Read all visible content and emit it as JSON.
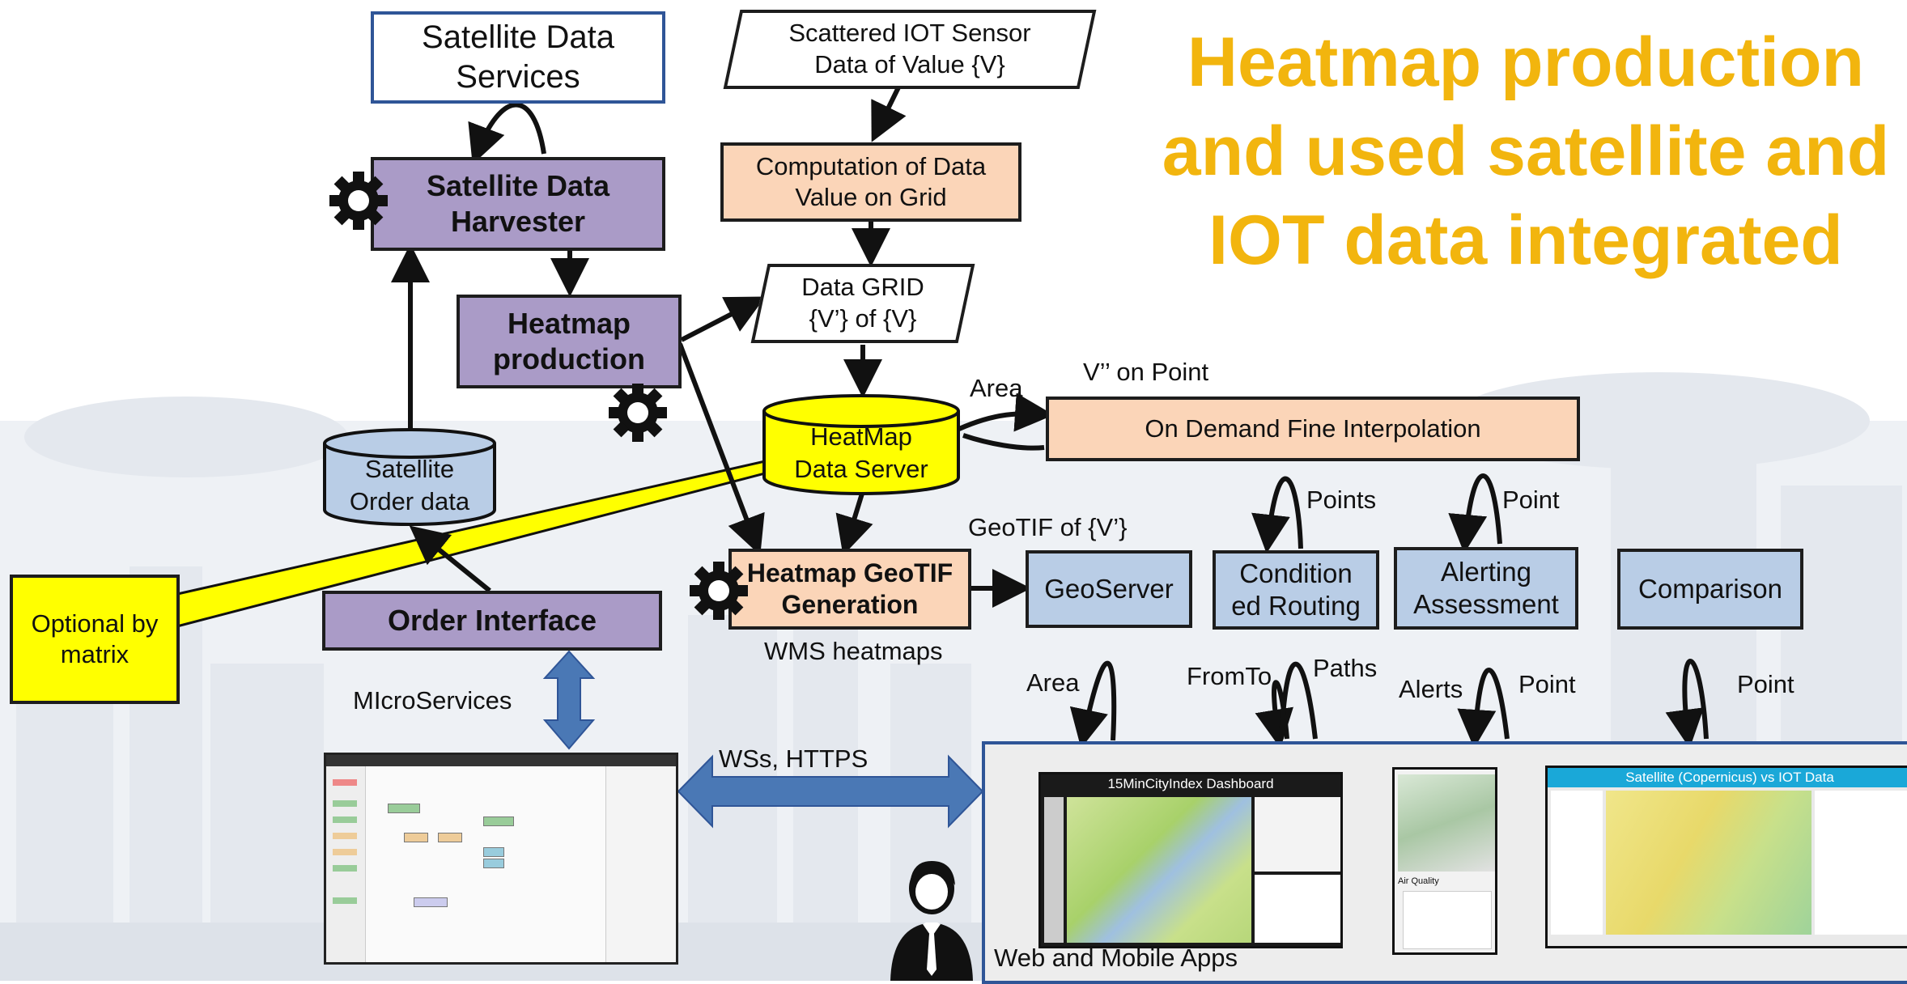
{
  "title": "Heatmap production and used satellite and IOT data integrated",
  "title_lines": [
    "Heatmap production",
    "and used satellite and",
    "IOT data integrated"
  ],
  "colors": {
    "title": "#f2b50e",
    "purple_box": "#aa9bc7",
    "peach_box": "#fbd5b8",
    "blue_box": "#b9cde6",
    "yellow": "#ffff00",
    "big_arrow": "#4a78b5"
  },
  "nodes": {
    "satellite_services": "Satellite Data Services",
    "sensor_data": "Scattered IOT Sensor Data of Value {V}",
    "computation": "Computation of Data Value on Grid",
    "harvester": "Satellite Data Harvester",
    "data_grid": "Data GRID {V’} of {V}",
    "heatmap_production": "Heatmap production",
    "heatmap_server": "HeatMap Data Server",
    "satellite_order": "Satellite Order data",
    "interpolation": "On Demand Fine Interpolation",
    "geotif_generation": "Heatmap GeoTIF Generation",
    "geoserver": "GeoServer",
    "routing": "Condition ed Routing",
    "alerting": "Alerting Assessment",
    "comparison": "Comparison",
    "order_interface": "Order Interface",
    "optional": "Optional by matrix"
  },
  "edge_labels": {
    "area_top": "Area",
    "v_on_point": "V’’ on Point",
    "points": "Points",
    "point_alert": "Point",
    "geotif_of": "GeoTIF of {V’}",
    "wms": "WMS heatmaps",
    "microservices": "MIcroServices",
    "wss": "WSs, HTTPS",
    "area_bottom": "Area",
    "fromto": "FromTo",
    "paths": "Paths",
    "alerts": "Alerts",
    "point_alerting": "Point",
    "point_comparison": "Point",
    "web_mobile": "Web and Mobile Apps"
  },
  "screenshots": {
    "dashboard_title": "15MinCityIndex Dashboard",
    "satellite_title": "Satellite (Copernicus) vs IOT Data",
    "mobile_label": "Air Quality"
  },
  "icons": [
    "gear-icon",
    "person-icon"
  ]
}
